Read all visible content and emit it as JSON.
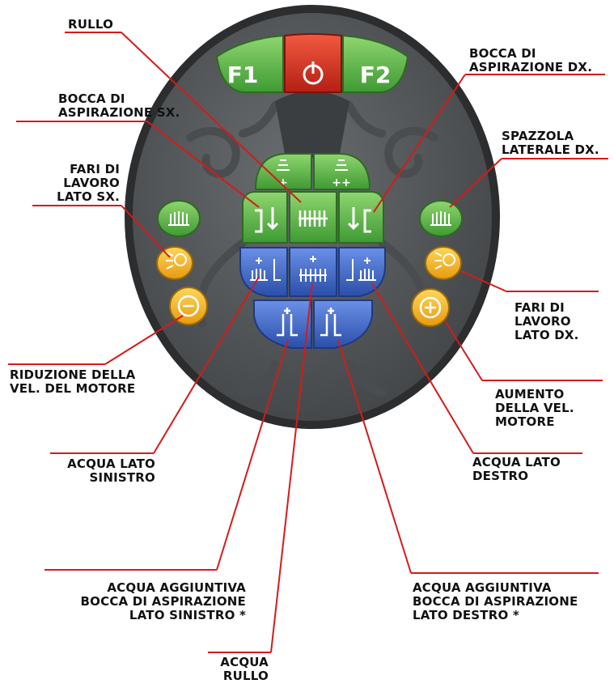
{
  "colors": {
    "leader": "#d61a1a",
    "panel_body": "#555859",
    "panel_rim": "#2c2d2e",
    "green": "#57b346",
    "red": "#d42b1f",
    "blue": "#3a63c4",
    "yellow": "#f0b31c"
  },
  "buttons": {
    "f1": "F1",
    "f2": "F2",
    "power_icon": "power-icon"
  },
  "labels": {
    "rullo": "RULLO",
    "bocca_sx": "BOCCA DI\nASPIRAZIONE SX.",
    "bocca_dx": "BOCCA DI\nASPIRAZIONE DX.",
    "spazzola_dx": "SPAZZOLA\nLATERALE DX.",
    "fari_sx": "FARI DI\nLAVORO\nLATO SX.",
    "fari_dx": "FARI DI\nLAVORO\nLATO DX.",
    "riduzione": "RIDUZIONE DELLA\nVEL. DEL MOTORE",
    "aumento": "AUMENTO\nDELLA VEL.\nMOTORE",
    "acqua_sx": "ACQUA LATO\nSINISTRO",
    "acqua_dx": "ACQUA LATO\nDESTRO",
    "acqua_agg_sx": "ACQUA AGGIUNTIVA\nBOCCA DI ASPIRAZIONE\nLATO SINISTRO *",
    "acqua_agg_dx": "ACQUA AGGIUNTIVA\nBOCCA DI ASPIRAZIONE\nLATO DESTRO *",
    "acqua_rullo": "ACQUA\nRULLO"
  }
}
